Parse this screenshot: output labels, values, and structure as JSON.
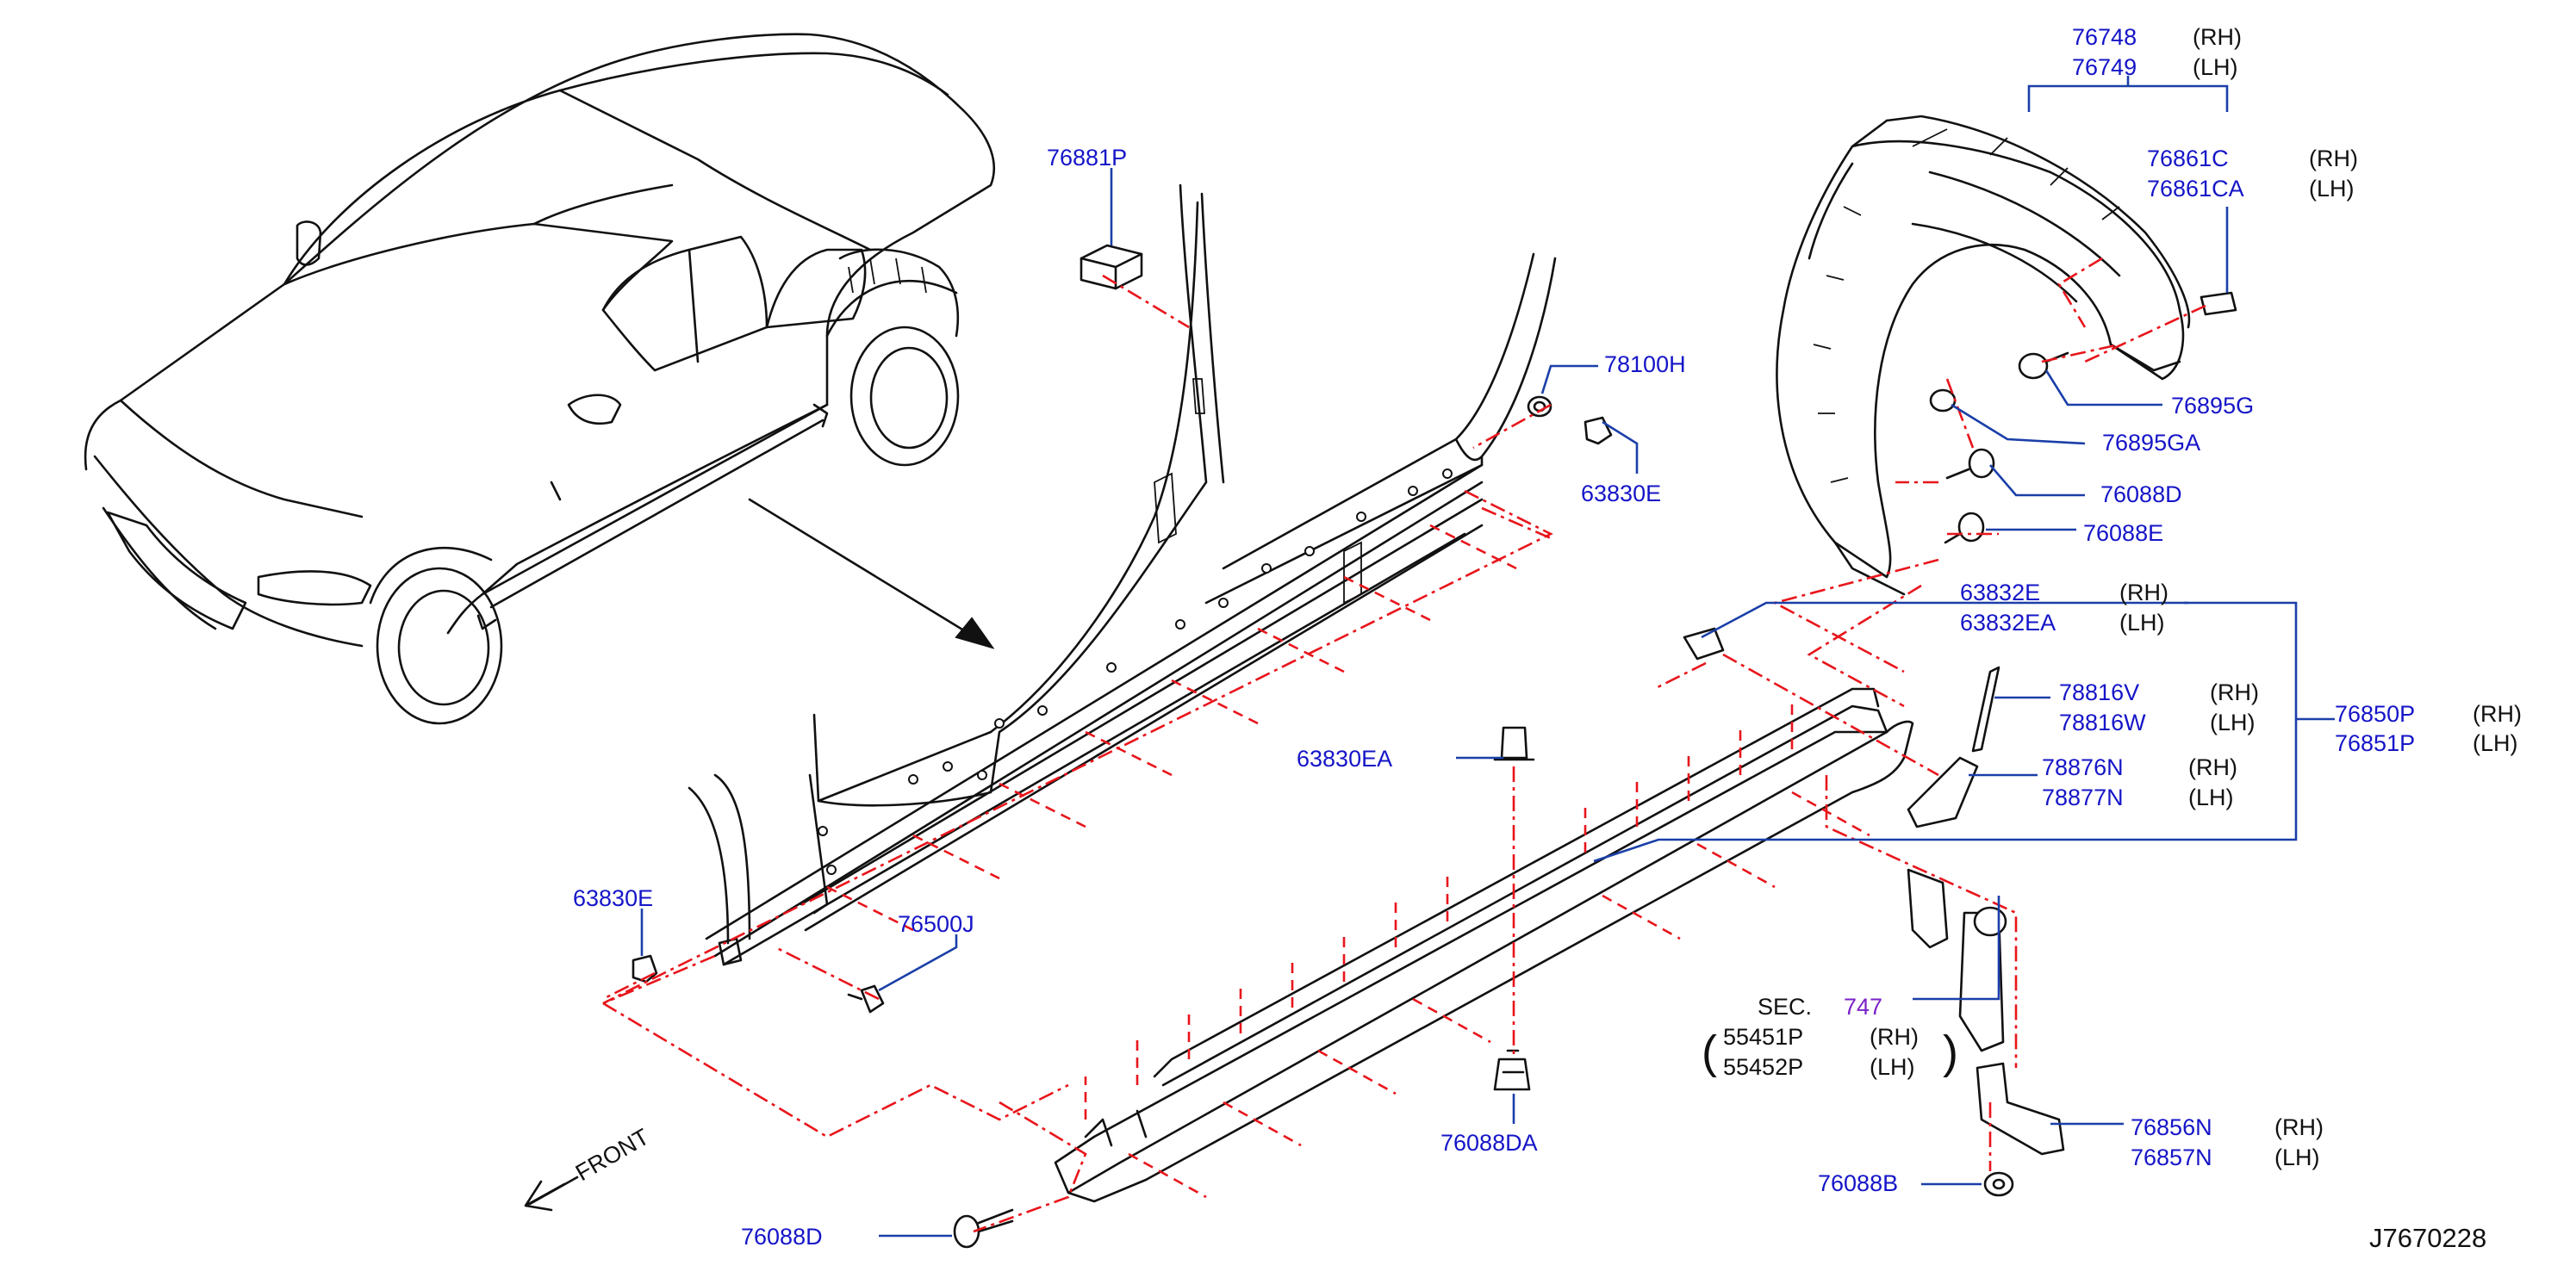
{
  "diagram_id": "J7670228",
  "front_label": "FRONT",
  "labels": [
    {
      "id": "76881P",
      "part": "76881P",
      "qual": ""
    },
    {
      "id": "78100H",
      "part": "78100H",
      "qual": ""
    },
    {
      "id": "63830E_top",
      "part": "63830E",
      "qual": ""
    },
    {
      "id": "63830E_left",
      "part": "63830E",
      "qual": ""
    },
    {
      "id": "76500J",
      "part": "76500J",
      "qual": ""
    },
    {
      "id": "63830EA",
      "part": "63830EA",
      "qual": ""
    },
    {
      "id": "76088DA",
      "part": "76088DA",
      "qual": ""
    },
    {
      "id": "76088D_bottom",
      "part": "76088D",
      "qual": ""
    },
    {
      "id": "76748",
      "part": "76748",
      "qual": "(RH)"
    },
    {
      "id": "76749",
      "part": "76749",
      "qual": "(LH)"
    },
    {
      "id": "76861C",
      "part": "76861C",
      "qual": "(RH)"
    },
    {
      "id": "76861CA",
      "part": "76861CA",
      "qual": "(LH)"
    },
    {
      "id": "76895G",
      "part": "76895G",
      "qual": ""
    },
    {
      "id": "76895GA",
      "part": "76895GA",
      "qual": ""
    },
    {
      "id": "76088D_right",
      "part": "76088D",
      "qual": ""
    },
    {
      "id": "76088E",
      "part": "76088E",
      "qual": ""
    },
    {
      "id": "63832E",
      "part": "63832E",
      "qual": "(RH)"
    },
    {
      "id": "63832EA",
      "part": "63832EA",
      "qual": "(LH)"
    },
    {
      "id": "78816V",
      "part": "78816V",
      "qual": "(RH)"
    },
    {
      "id": "78816W",
      "part": "78816W",
      "qual": "(LH)"
    },
    {
      "id": "78876N",
      "part": "78876N",
      "qual": "(RH)"
    },
    {
      "id": "78877N",
      "part": "78877N",
      "qual": "(LH)"
    },
    {
      "id": "76850P",
      "part": "76850P",
      "qual": "(RH)"
    },
    {
      "id": "76851P",
      "part": "76851P",
      "qual": "(LH)"
    },
    {
      "id": "76856N",
      "part": "76856N",
      "qual": "(RH)"
    },
    {
      "id": "76857N",
      "part": "76857N",
      "qual": "(LH)"
    },
    {
      "id": "76088B",
      "part": "76088B",
      "qual": ""
    }
  ],
  "sec_ref": {
    "prefix": "SEC.",
    "number": "747",
    "items": [
      {
        "part": "55451P",
        "qual": "(RH)"
      },
      {
        "part": "55452P",
        "qual": "(LH)"
      }
    ]
  }
}
